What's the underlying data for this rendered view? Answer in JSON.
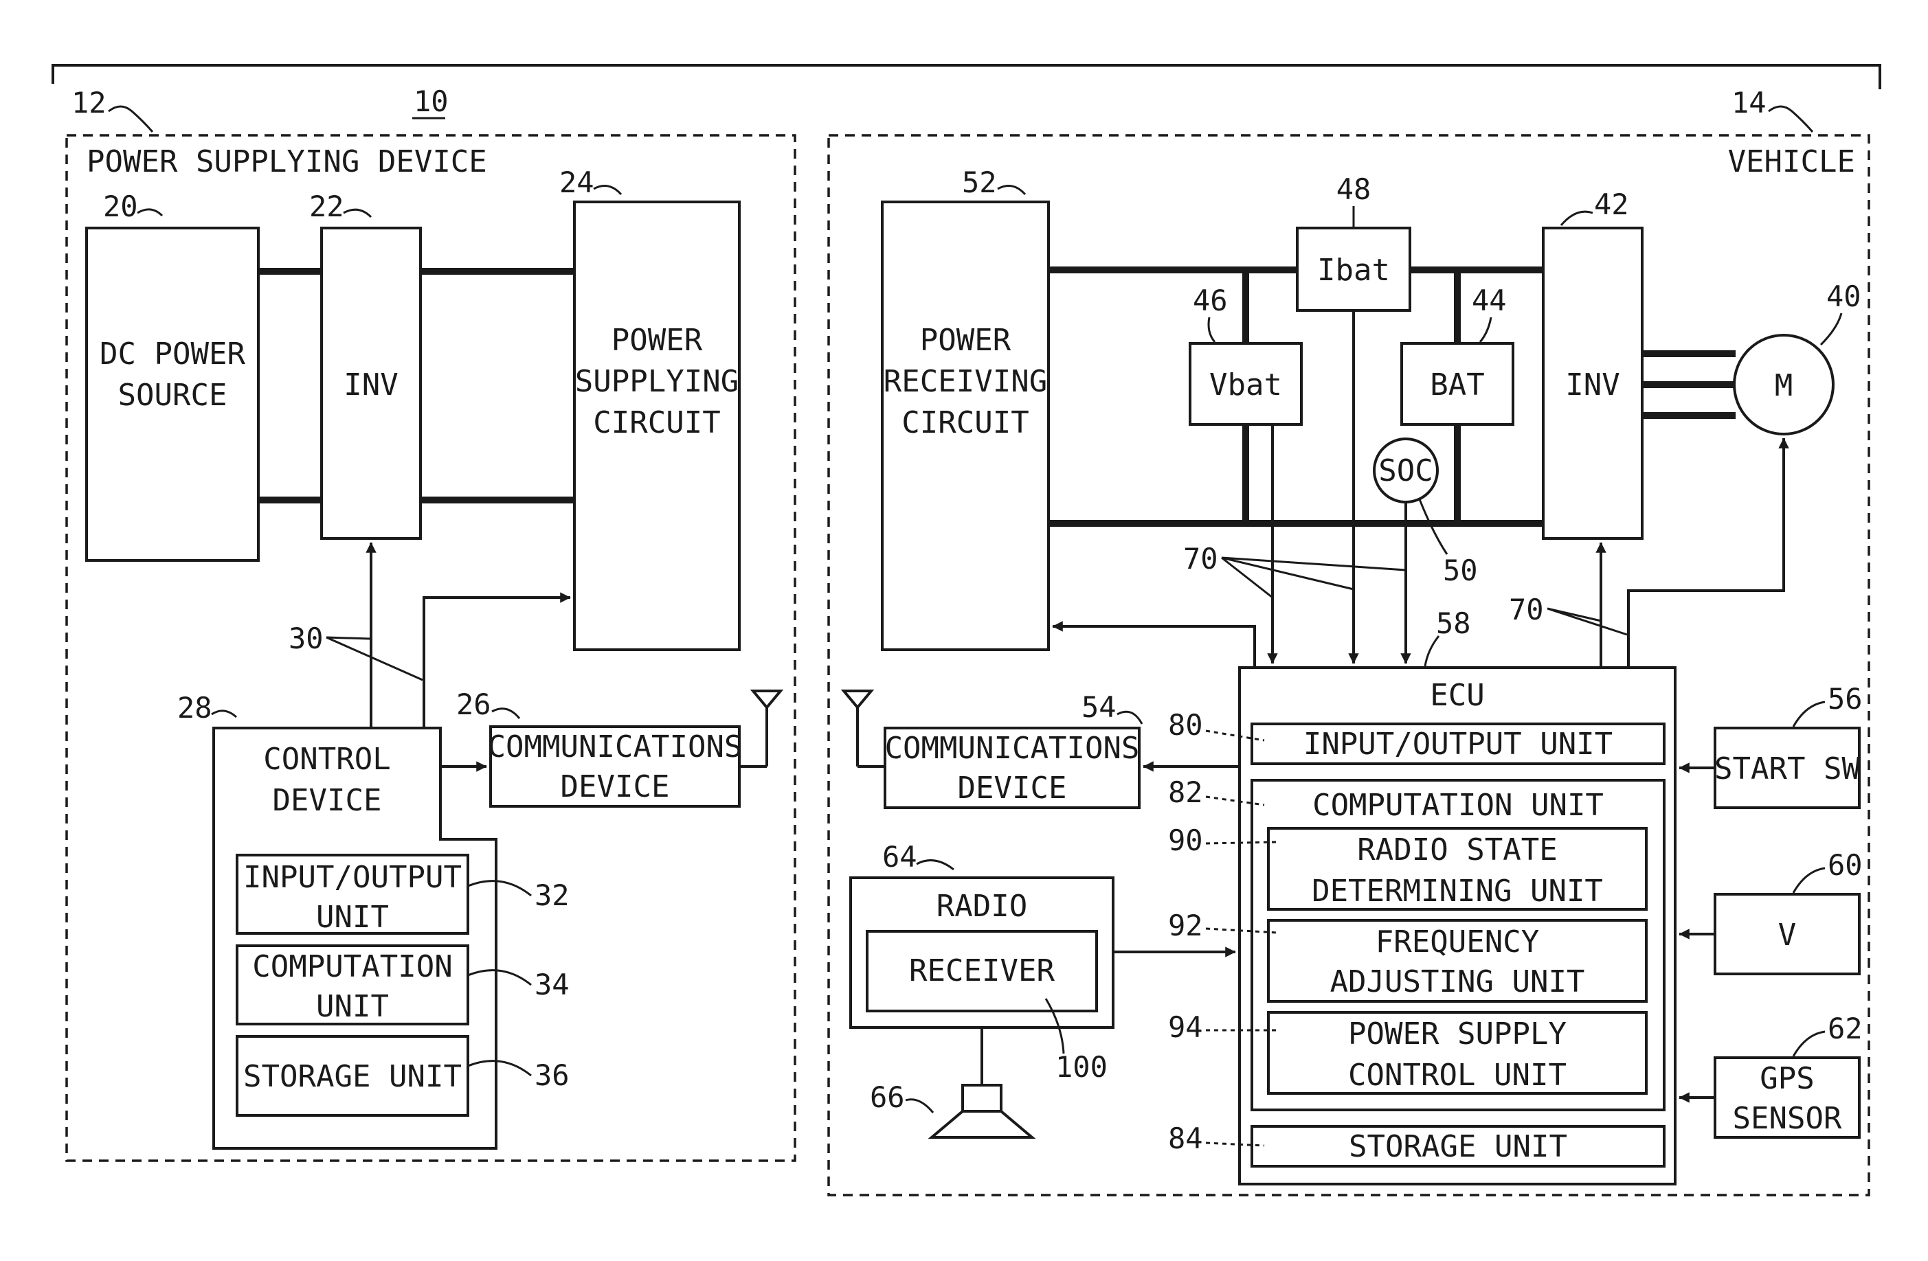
{
  "refs": {
    "system": "10",
    "psd": "12",
    "vehicle": "14",
    "dc_source": "20",
    "inv_supply": "22",
    "ps_circuit": "24",
    "comm_supply": "26",
    "control_device": "28",
    "signal_lines_supply": "30",
    "io_supply": "32",
    "comp_supply": "34",
    "storage_supply": "36",
    "motor": "40",
    "inv_vehicle": "42",
    "battery": "44",
    "vbat": "46",
    "ibat": "48",
    "soc": "50",
    "pr_circuit": "52",
    "comm_vehicle": "54",
    "start_sw": "56",
    "ecu": "58",
    "v_sensor": "60",
    "gps": "62",
    "radio": "64",
    "speaker": "66",
    "signal_lines_vehicle_a": "70",
    "signal_lines_vehicle_b": "70",
    "ecu_io": "80",
    "ecu_comp": "82",
    "ecu_storage": "84",
    "radio_state": "90",
    "freq_adjust": "92",
    "power_supply_control": "94",
    "receiver": "100"
  },
  "labels": {
    "psd_title": "POWER SUPPLYING DEVICE",
    "vehicle_title": "VEHICLE",
    "dc_source": [
      "DC POWER",
      "SOURCE"
    ],
    "inv": "INV",
    "ps_circuit": [
      "POWER",
      "SUPPLYING",
      "CIRCUIT"
    ],
    "control_device": [
      "CONTROL",
      "DEVICE"
    ],
    "comm_device": [
      "COMMUNICATIONS",
      "DEVICE"
    ],
    "io_unit_supply": [
      "INPUT/OUTPUT",
      "UNIT"
    ],
    "comp_unit_supply": [
      "COMPUTATION",
      "UNIT"
    ],
    "storage_unit": "STORAGE UNIT",
    "pr_circuit": [
      "POWER",
      "RECEIVING",
      "CIRCUIT"
    ],
    "ibat": "Ibat",
    "vbat": "Vbat",
    "bat": "BAT",
    "soc": "SOC",
    "motor": "M",
    "ecu": "ECU",
    "io_unit_ecu": "INPUT/OUTPUT UNIT",
    "comp_unit_ecu": "COMPUTATION UNIT",
    "radio_state": [
      "RADIO STATE",
      "DETERMINING UNIT"
    ],
    "freq_adjust": [
      "FREQUENCY",
      "ADJUSTING UNIT"
    ],
    "power_supply_control": [
      "POWER SUPPLY",
      "CONTROL UNIT"
    ],
    "radio": "RADIO",
    "receiver": "RECEIVER",
    "start_sw": "START SW",
    "v_sensor": "V",
    "gps": [
      "GPS",
      "SENSOR"
    ]
  }
}
